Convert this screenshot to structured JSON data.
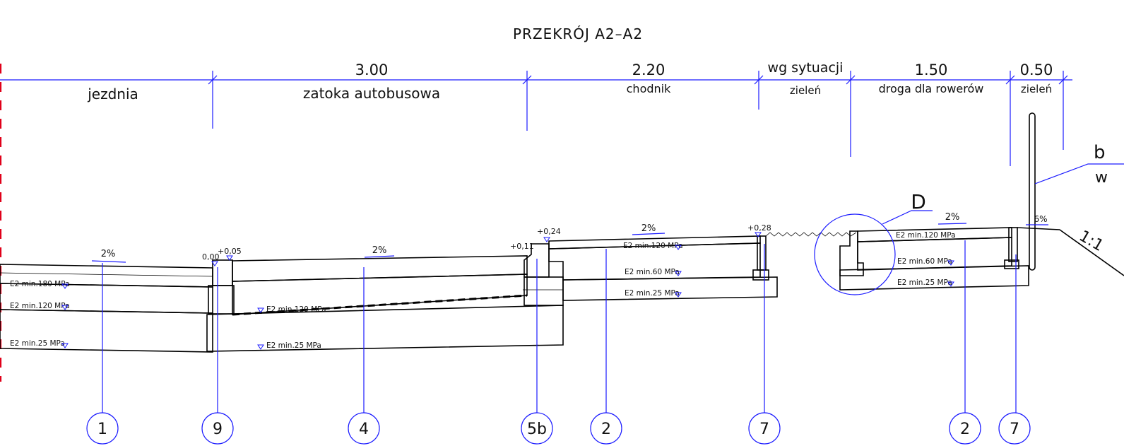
{
  "title": "PRZEKRÓJ A2–A2",
  "dimensions": [
    {
      "value": "",
      "label": "jezdnia"
    },
    {
      "value": "3.00",
      "label": "zatoka autobusowa"
    },
    {
      "value": "2.20",
      "label": "chodnik"
    },
    {
      "value": "wg sytuacji",
      "label": "zieleń"
    },
    {
      "value": "1.50",
      "label": "droga dla rowerów"
    },
    {
      "value": "0.50",
      "label": "zieleń"
    }
  ],
  "elevations": [
    "0,00",
    "+0,05",
    "+0,11",
    "+0,24",
    "+0,28"
  ],
  "slopes": [
    "2%",
    "2%",
    "2%",
    "2%",
    "6%"
  ],
  "slope_ratio": "1:1",
  "layer_labels": [
    "E2 min.180 MPa",
    "E2 min.120 MPa",
    "E2 min.25 MPa",
    "E2 min.120 MPa",
    "E2 min.25 MPa",
    "E2 min.120 MPa",
    "E2 min.60 MPa",
    "E2 min.25 MPa",
    "E2 min.120 MPa",
    "E2 min.60 MPa",
    "E2 min.25 MPa"
  ],
  "detail_label": "D",
  "callouts": [
    "1",
    "9",
    "4",
    "5b",
    "2",
    "7",
    "2",
    "7"
  ],
  "edge_text": [
    "b",
    "w"
  ],
  "colors": {
    "dimension": "#1a1aff",
    "axis": "#e0001a",
    "line": "#000000"
  }
}
